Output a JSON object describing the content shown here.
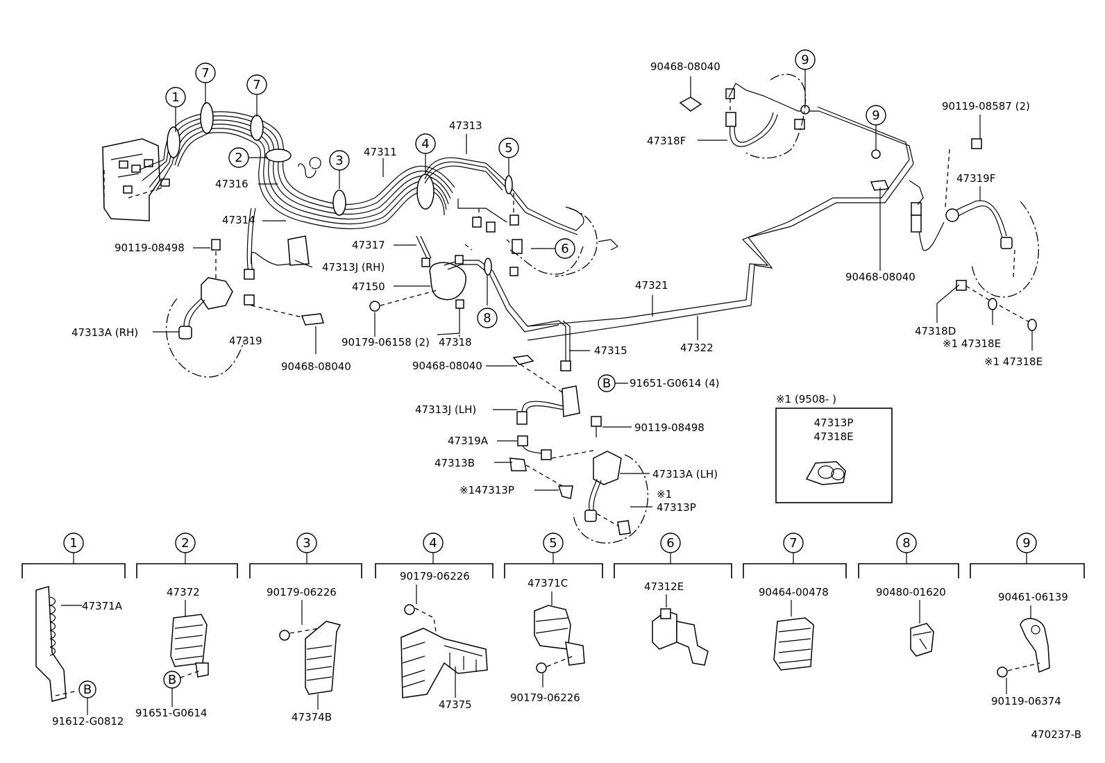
{
  "diagram_id": "470237-B",
  "note_box": {
    "title": "※1 (9508-          )",
    "parts": [
      "47313P",
      "47318E"
    ]
  },
  "callouts": {
    "c1": "1",
    "c2": "2",
    "c3": "3",
    "c4": "4",
    "c5": "5",
    "c6": "6",
    "c7": "7",
    "c8": "8",
    "c9": "9",
    "cB": "B"
  },
  "labels": {
    "p47313": "47313",
    "p47311": "47311",
    "p47316": "47316",
    "p47314": "47314",
    "p90119_08498_a": "90119-08498",
    "p47313J_RH": "47313J (RH)",
    "p47317": "47317",
    "p47150": "47150",
    "p47313A_RH": "47313A (RH)",
    "p47319": "47319",
    "p90468_08040_a": "90468-08040",
    "p90179_06158": "90179-06158 (2)",
    "p47318": "47318",
    "p47315": "47315",
    "p90468_08040_b": "90468-08040",
    "p91651_G0614_4": "91651-G0614 (4)",
    "p47313J_LH": "47313J (LH)",
    "p90119_08498_b": "90119-08498",
    "p47319A": "47319A",
    "p47313B": "47313B",
    "p47313A_LH": "47313A (LH)",
    "p47313P_a": "※147313P",
    "p47313P_b1": "※1",
    "p47313P_b2": "47313P",
    "p47321": "47321",
    "p47322": "47322",
    "p90468_08040_top": "90468-08040",
    "p47318F": "47318F",
    "p90119_08587": "90119-08587 (2)",
    "p47319F": "47319F",
    "p90468_08040_r": "90468-08040",
    "p47318D": "47318D",
    "p47318E_a": "※1 47318E",
    "p47318E_b": "※1 47318E"
  },
  "details": [
    {
      "num": "1",
      "parts": [
        "47371A",
        "91612-G0812"
      ]
    },
    {
      "num": "2",
      "parts": [
        "47372",
        "91651-G0614"
      ]
    },
    {
      "num": "3",
      "parts": [
        "90179-06226",
        "47374B"
      ]
    },
    {
      "num": "4",
      "parts": [
        "90179-06226",
        "47375"
      ]
    },
    {
      "num": "5",
      "parts": [
        "47371C",
        "90179-06226"
      ]
    },
    {
      "num": "6",
      "parts": [
        "47312E"
      ]
    },
    {
      "num": "7",
      "parts": [
        "90464-00478"
      ]
    },
    {
      "num": "8",
      "parts": [
        "90480-01620"
      ]
    },
    {
      "num": "9",
      "parts": [
        "90461-06139",
        "90119-06374"
      ]
    }
  ]
}
